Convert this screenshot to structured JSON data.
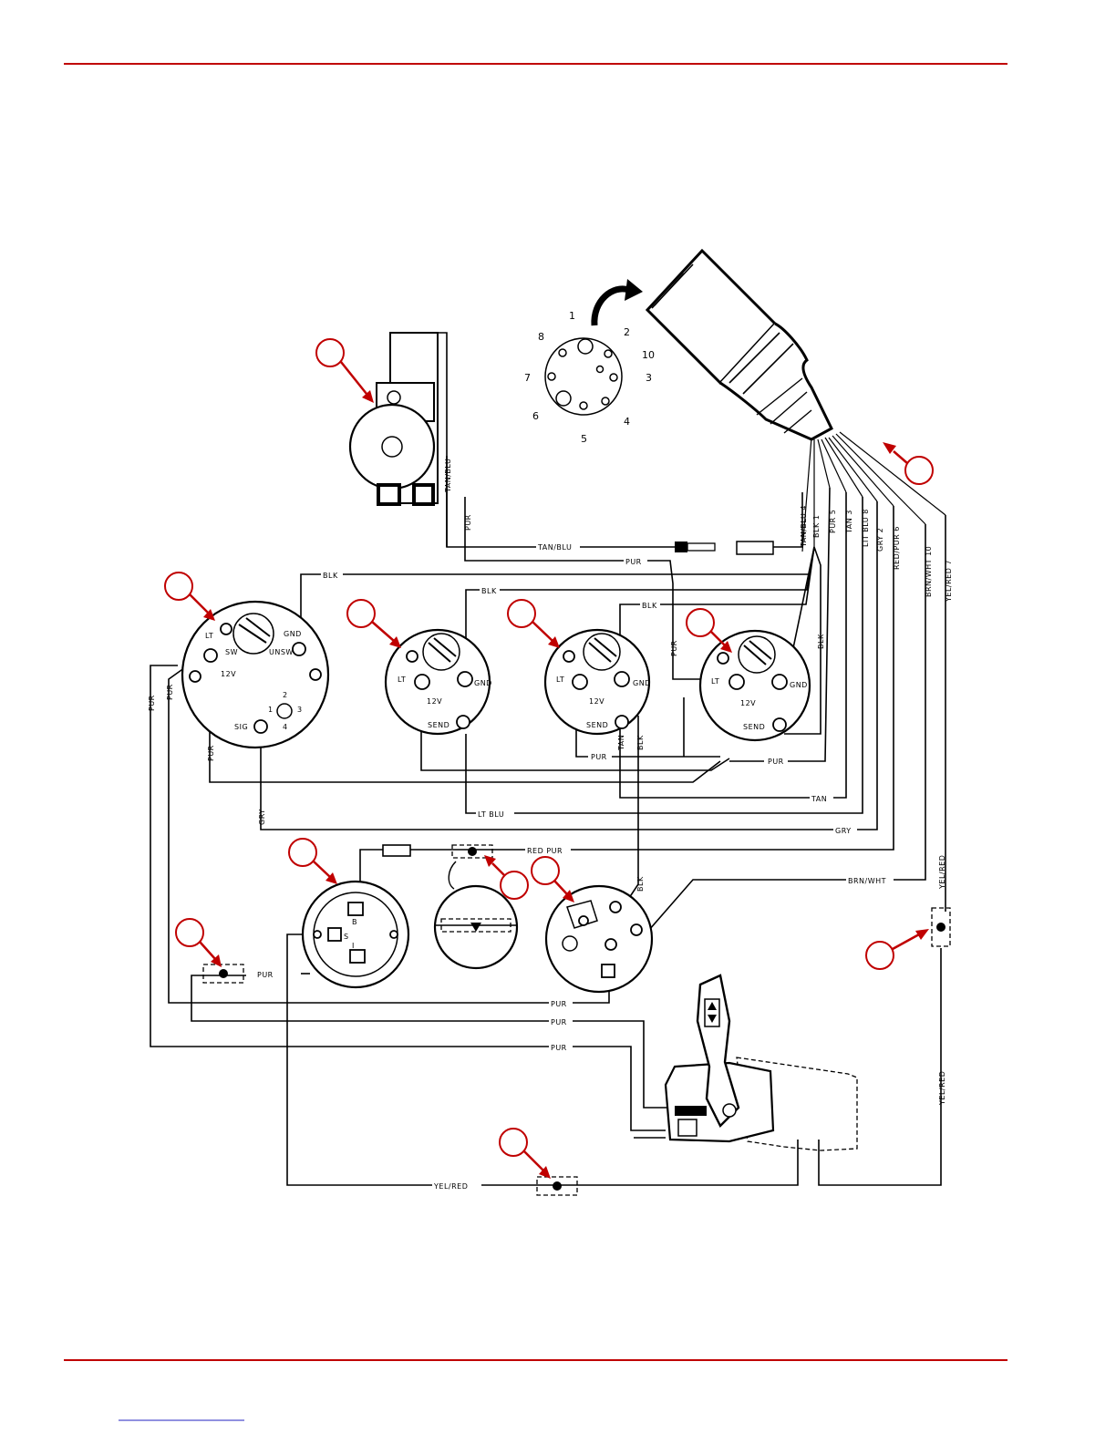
{
  "colors": {
    "rule": "#c00000",
    "callout": "#c00000",
    "ink": "#000000"
  },
  "plug_pins": [
    "1",
    "2",
    "10",
    "3",
    "4",
    "5",
    "6",
    "7",
    "8"
  ],
  "harness_wires": [
    "TAN/BLU 4",
    "BLK 1",
    "PUR 5",
    "TAN 3",
    "LIT BLU 8",
    "GRY 2",
    "RED/PUR 6",
    "BRN/WHT 10",
    "YEL/RED 7"
  ],
  "wire_labels": {
    "tan_blu": "TAN/BLU",
    "pur": "PUR",
    "blk": "BLK",
    "lt_blu": "LT BLU",
    "tan": "TAN",
    "gry": "GRY",
    "red_pur": "RED PUR",
    "brn_wht": "BRN/WHT",
    "yel_red": "YEL/RED"
  },
  "gauge_labels": {
    "lt": "LT",
    "sw": "SW",
    "gnd": "GND",
    "unsw": "UNSW",
    "v12": "12V",
    "sig": "SIG",
    "send": "SEND",
    "tach_pins": [
      "1",
      "2",
      "3",
      "4"
    ]
  },
  "switch_labels": {
    "b": "B",
    "s": "S",
    "i": "I"
  }
}
